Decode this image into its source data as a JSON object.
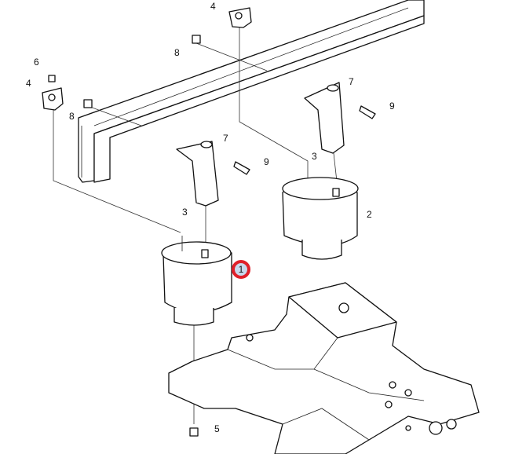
{
  "diagram": {
    "callouts": [
      {
        "id": "callout-4-top",
        "text": "4"
      },
      {
        "id": "callout-8-top",
        "text": "8"
      },
      {
        "id": "callout-6",
        "text": "6"
      },
      {
        "id": "callout-4-left",
        "text": "4"
      },
      {
        "id": "callout-8-left",
        "text": "8"
      },
      {
        "id": "callout-7-right",
        "text": "7"
      },
      {
        "id": "callout-9-right",
        "text": "9"
      },
      {
        "id": "callout-7-left",
        "text": "7"
      },
      {
        "id": "callout-9-left",
        "text": "9"
      },
      {
        "id": "callout-3-right",
        "text": "3"
      },
      {
        "id": "callout-3-left",
        "text": "3"
      },
      {
        "id": "callout-2",
        "text": "2"
      },
      {
        "id": "callout-1",
        "text": "1"
      },
      {
        "id": "callout-5",
        "text": "5"
      }
    ],
    "highlight_color": "#e0202a",
    "highlight_fill": "#c8d8ec"
  }
}
